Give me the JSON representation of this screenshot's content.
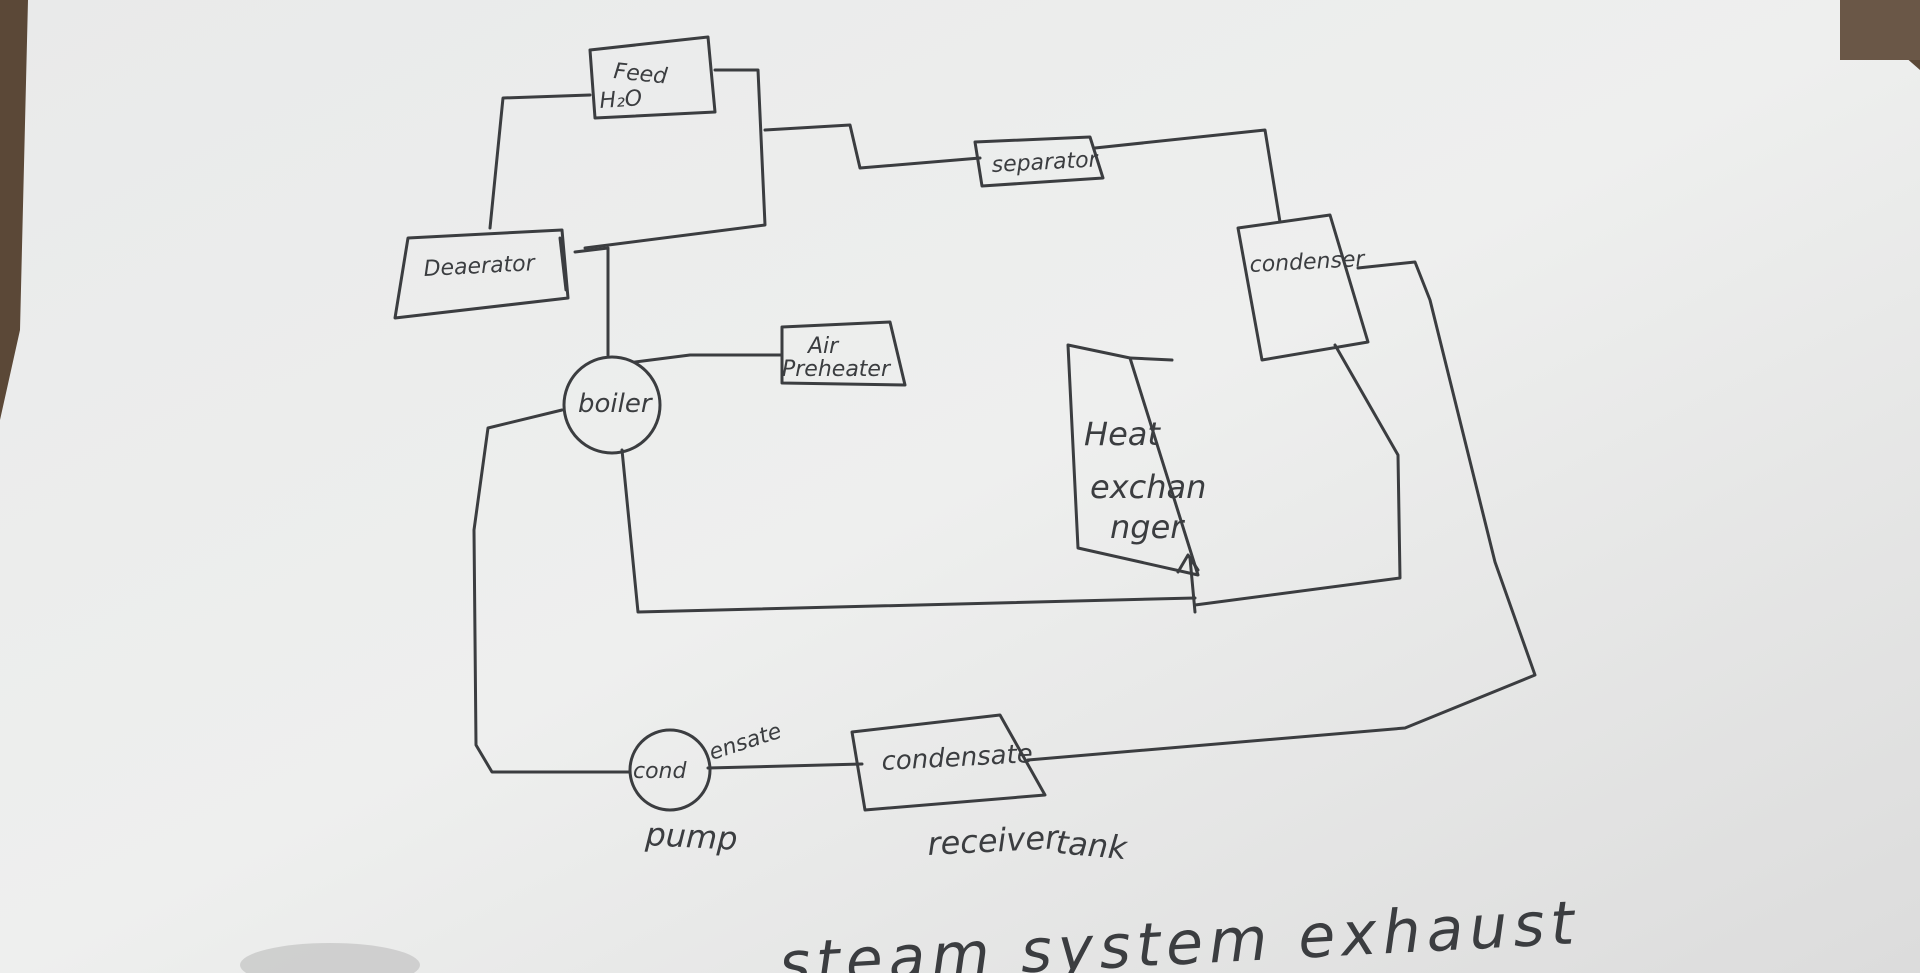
{
  "diagram": {
    "title": "steam system exhaust",
    "components": {
      "feed_water": {
        "line1": "Feed",
        "line2": "H₂O"
      },
      "deaerator": {
        "label": "Deaerator"
      },
      "separator": {
        "label": "separator"
      },
      "condenser": {
        "label": "condenser"
      },
      "boiler": {
        "label": "boiler"
      },
      "air_preheater": {
        "line1": "Air",
        "line2": "Preheater"
      },
      "heat_exchanger": {
        "line1": "Heat",
        "line2": "exchan",
        "line3": "nger"
      },
      "condensate_pump": {
        "circle": "cond",
        "tail": "ensate",
        "caption": "pump"
      },
      "condensate_receiver": {
        "label": "condensate",
        "caption1": "receiver",
        "caption2": "tank"
      }
    }
  }
}
